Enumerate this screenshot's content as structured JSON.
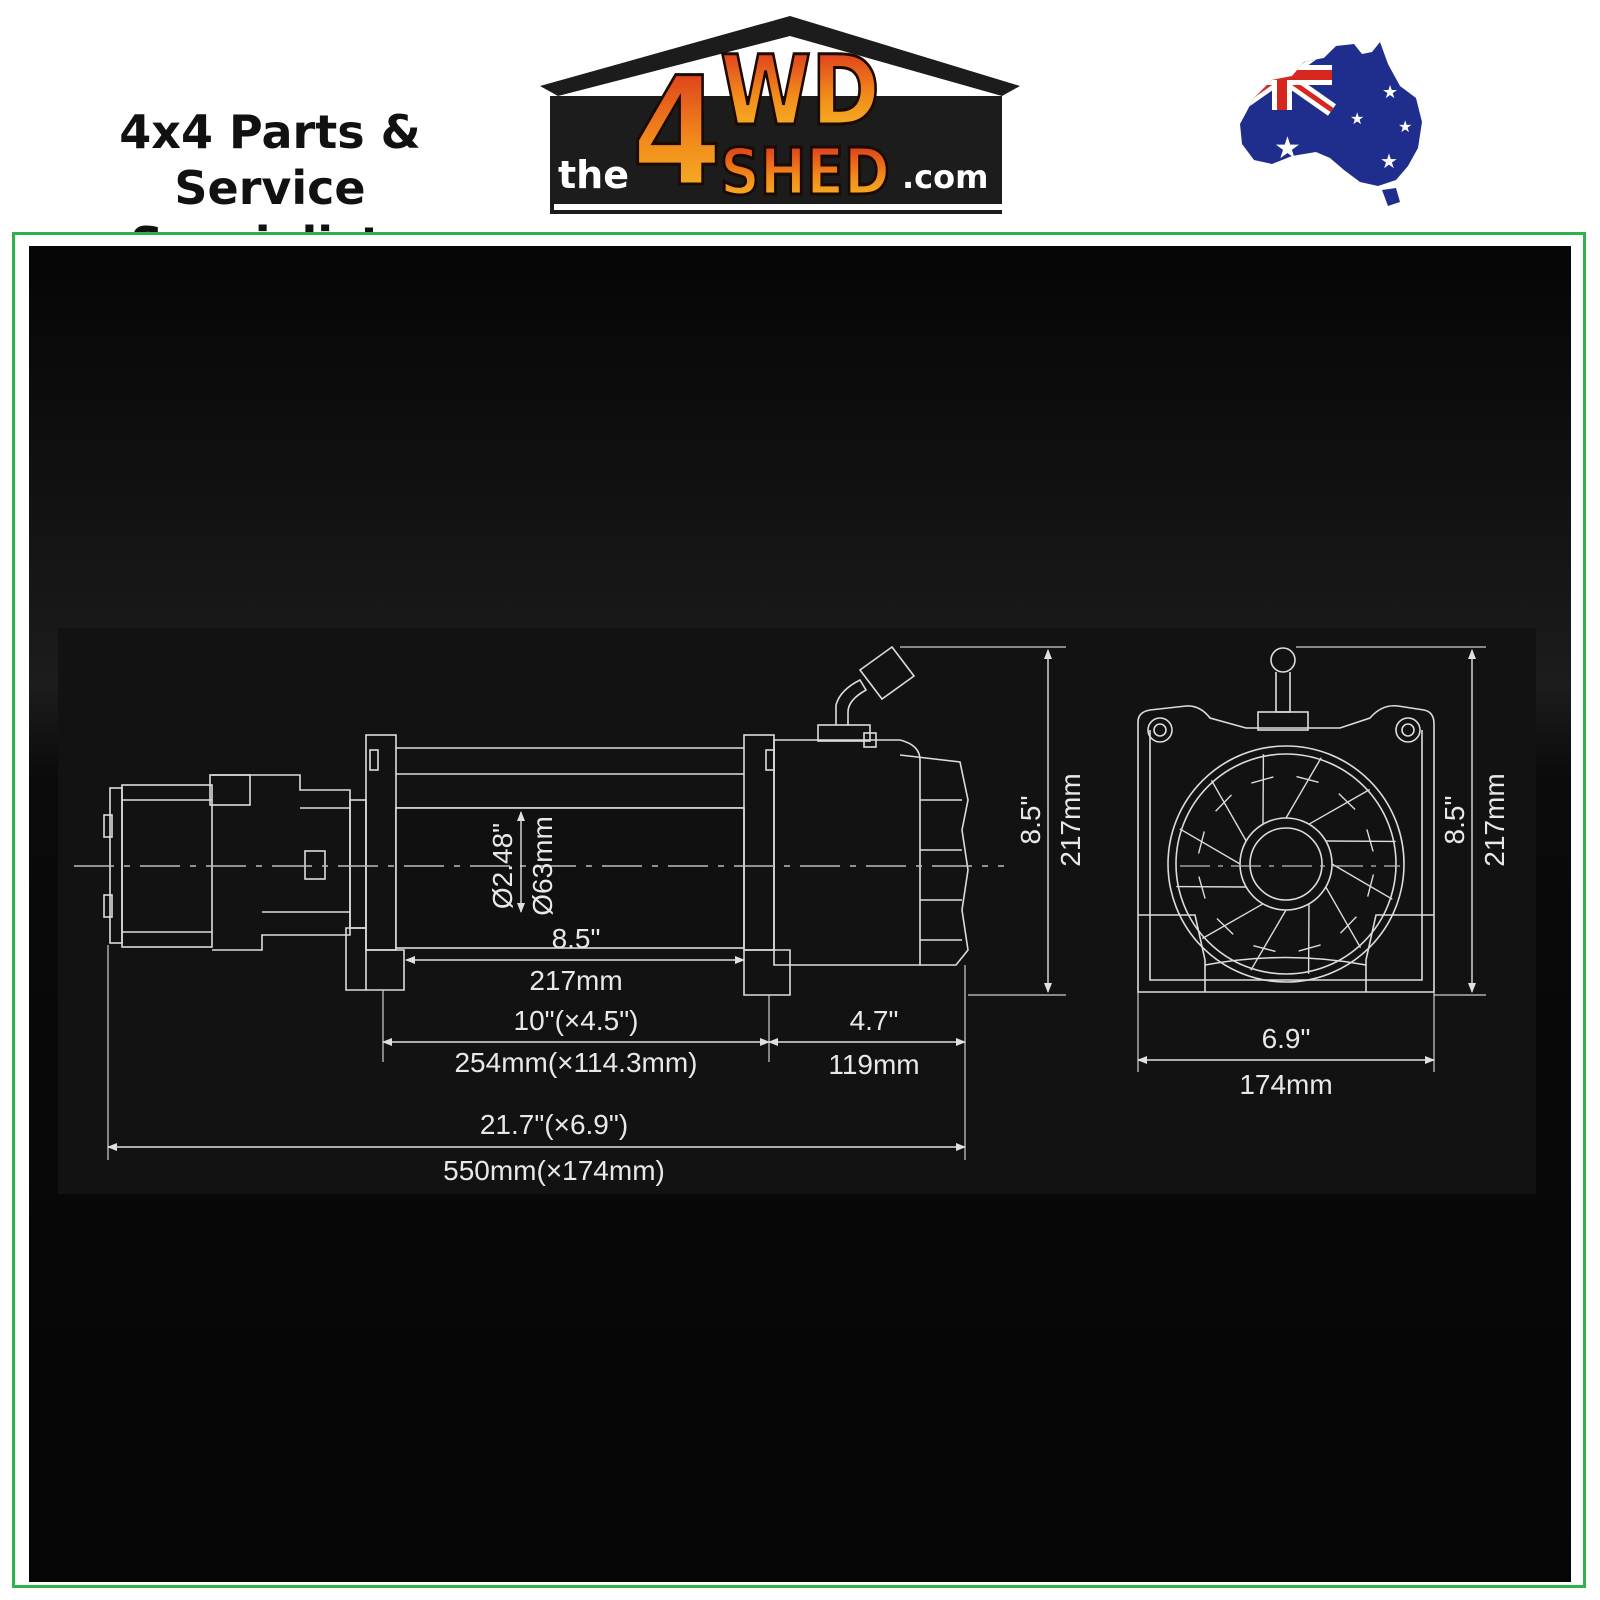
{
  "header": {
    "tagline_line1": "4x4 Parts & Service",
    "tagline_line2": "Specialists",
    "logo": {
      "the": "the",
      "big": "4WD",
      "shed": "SHED",
      "dotcom": ".com"
    }
  },
  "colors": {
    "frame": "#2db34a",
    "logo_orange": "#f28c1b",
    "logo_red": "#d7261e",
    "line": "#e0e0e0"
  },
  "diagram": {
    "side_view": {
      "drum_diameter_in": "Ø2.48\"",
      "drum_diameter_mm": "Ø63mm",
      "drum_length_in": "8.5\"",
      "drum_length_mm": "217mm",
      "mount_spacing_in": "10\"(×4.5\")",
      "mount_spacing_mm": "254mm(×114.3mm)",
      "gearbox_length_in": "4.7\"",
      "gearbox_length_mm": "119mm",
      "total_length_in": "21.7\"(×6.9\")",
      "total_length_mm": "550mm(×174mm)",
      "height_in": "8.5\"",
      "height_mm": "217mm"
    },
    "end_view": {
      "width_in": "6.9\"",
      "width_mm": "174mm",
      "height_in": "8.5\"",
      "height_mm": "217mm"
    }
  }
}
